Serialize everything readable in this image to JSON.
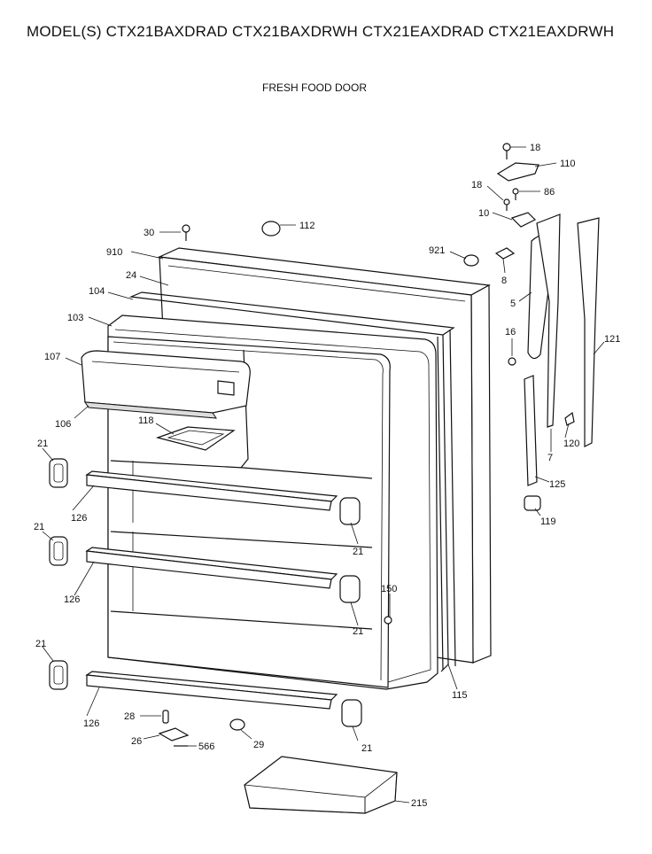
{
  "header": {
    "models": "MODEL(S) CTX21BAXDRAD  CTX21BAXDRWH  CTX21EAXDRAD  CTX21EAXDRWH",
    "section": "FRESH FOOD DOOR"
  },
  "callouts": [
    {
      "id": "18a",
      "label": "18"
    },
    {
      "id": "110",
      "label": "110"
    },
    {
      "id": "18b",
      "label": "18"
    },
    {
      "id": "86",
      "label": "86"
    },
    {
      "id": "10",
      "label": "10"
    },
    {
      "id": "30",
      "label": "30"
    },
    {
      "id": "112",
      "label": "112"
    },
    {
      "id": "910",
      "label": "910"
    },
    {
      "id": "921",
      "label": "921"
    },
    {
      "id": "8",
      "label": "8"
    },
    {
      "id": "24",
      "label": "24"
    },
    {
      "id": "104",
      "label": "104"
    },
    {
      "id": "5",
      "label": "5"
    },
    {
      "id": "103",
      "label": "103"
    },
    {
      "id": "16",
      "label": "16"
    },
    {
      "id": "121",
      "label": "121"
    },
    {
      "id": "107",
      "label": "107"
    },
    {
      "id": "106",
      "label": "106"
    },
    {
      "id": "118",
      "label": "118"
    },
    {
      "id": "120",
      "label": "120"
    },
    {
      "id": "7",
      "label": "7"
    },
    {
      "id": "21a",
      "label": "21"
    },
    {
      "id": "125",
      "label": "125"
    },
    {
      "id": "126a",
      "label": "126"
    },
    {
      "id": "119",
      "label": "119"
    },
    {
      "id": "21b",
      "label": "21"
    },
    {
      "id": "21c",
      "label": "21"
    },
    {
      "id": "150",
      "label": "150"
    },
    {
      "id": "126b",
      "label": "126"
    },
    {
      "id": "21d",
      "label": "21"
    },
    {
      "id": "21e",
      "label": "21"
    },
    {
      "id": "115",
      "label": "115"
    },
    {
      "id": "28",
      "label": "28"
    },
    {
      "id": "126c",
      "label": "126"
    },
    {
      "id": "26",
      "label": "26"
    },
    {
      "id": "566",
      "label": "566"
    },
    {
      "id": "29",
      "label": "29"
    },
    {
      "id": "21f",
      "label": "21"
    },
    {
      "id": "215",
      "label": "215"
    }
  ]
}
